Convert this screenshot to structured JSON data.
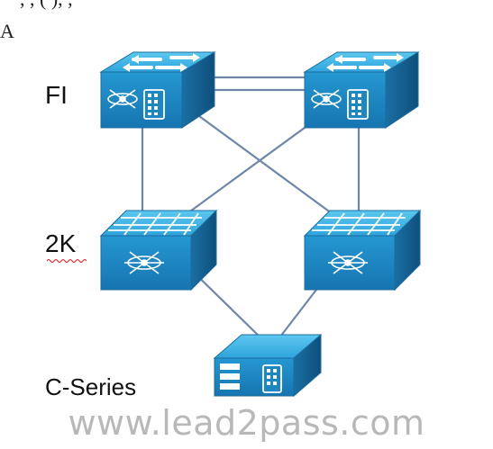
{
  "header_fragment": ", , ( ), ,",
  "corner_char": "A",
  "labels": {
    "fi": "FI",
    "fex": "2K",
    "server": "C-Series"
  },
  "watermark": "www.lead2pass.com",
  "colors": {
    "device_top": "#43b6e6",
    "device_front": "#1e8fc9",
    "device_side": "#16699a",
    "link": "#6f86a8"
  },
  "nodes": [
    {
      "name": "fi-switch-left",
      "icon": "fabric-interconnect-icon"
    },
    {
      "name": "fi-switch-right",
      "icon": "fabric-interconnect-icon"
    },
    {
      "name": "fex-left",
      "icon": "fabric-extender-icon"
    },
    {
      "name": "fex-right",
      "icon": "fabric-extender-icon"
    },
    {
      "name": "c-series-server",
      "icon": "server-icon"
    }
  ],
  "links": [
    [
      "fi-switch-left",
      "fi-switch-right"
    ],
    [
      "fi-switch-left",
      "fi-switch-right"
    ],
    [
      "fi-switch-left",
      "fex-left"
    ],
    [
      "fi-switch-left",
      "fex-right"
    ],
    [
      "fi-switch-right",
      "fex-left"
    ],
    [
      "fi-switch-right",
      "fex-right"
    ],
    [
      "fex-left",
      "c-series-server"
    ],
    [
      "fex-right",
      "c-series-server"
    ]
  ]
}
